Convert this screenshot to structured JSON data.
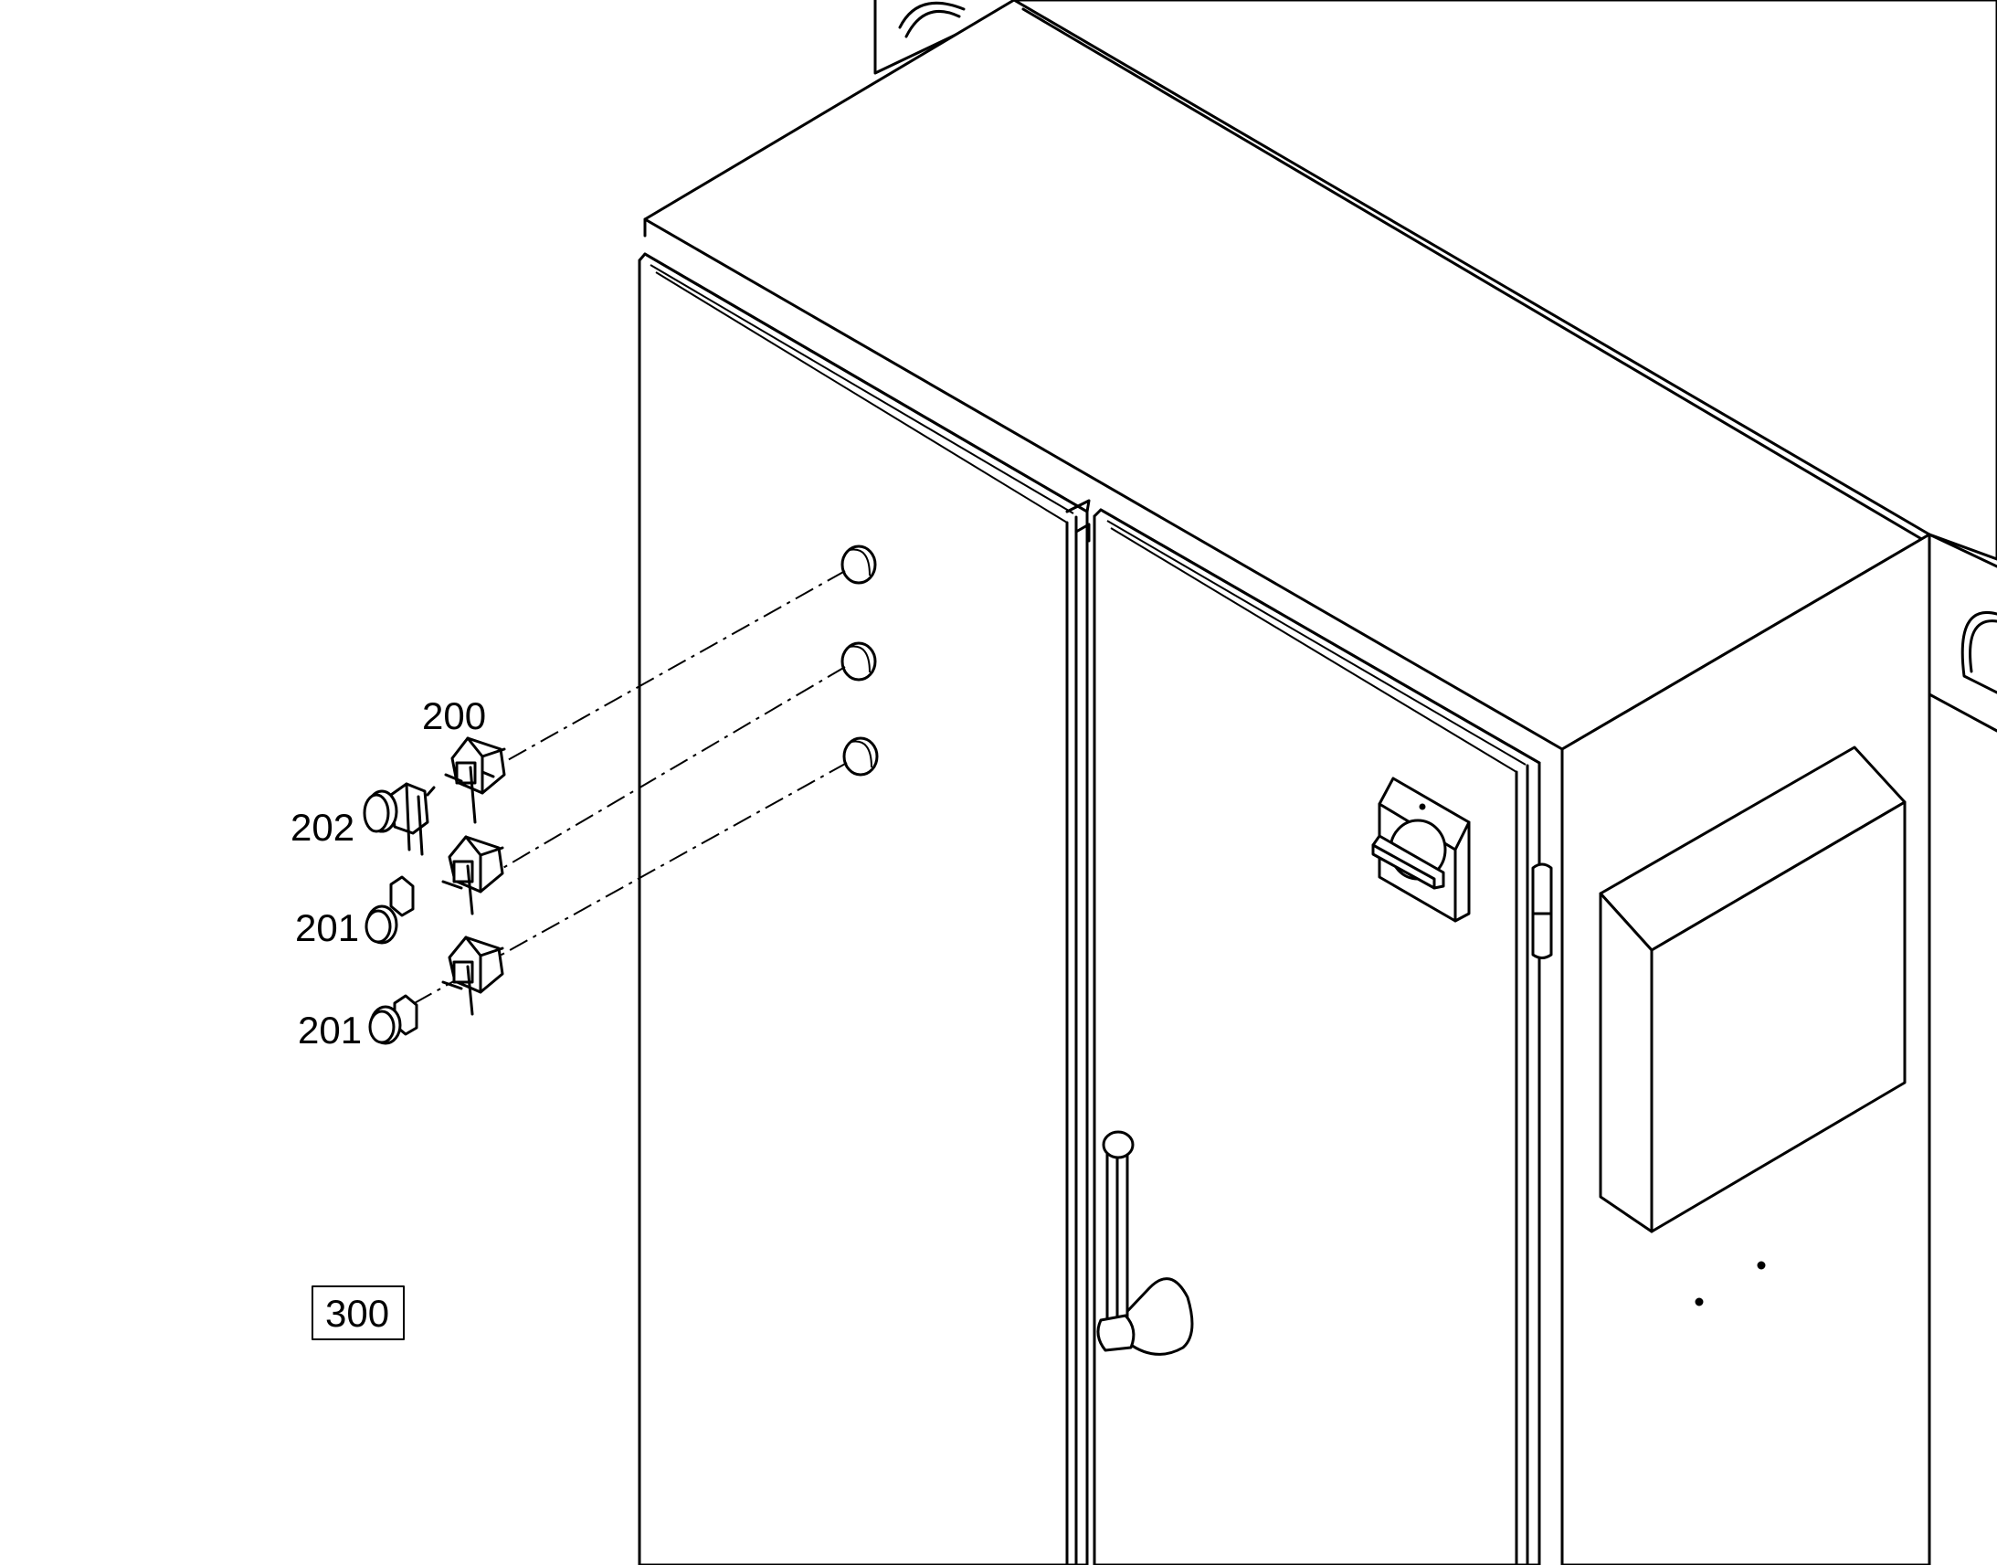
{
  "callouts": {
    "c200": "200",
    "c202": "202",
    "c201a": "201",
    "c201b": "201",
    "c300": "300"
  }
}
